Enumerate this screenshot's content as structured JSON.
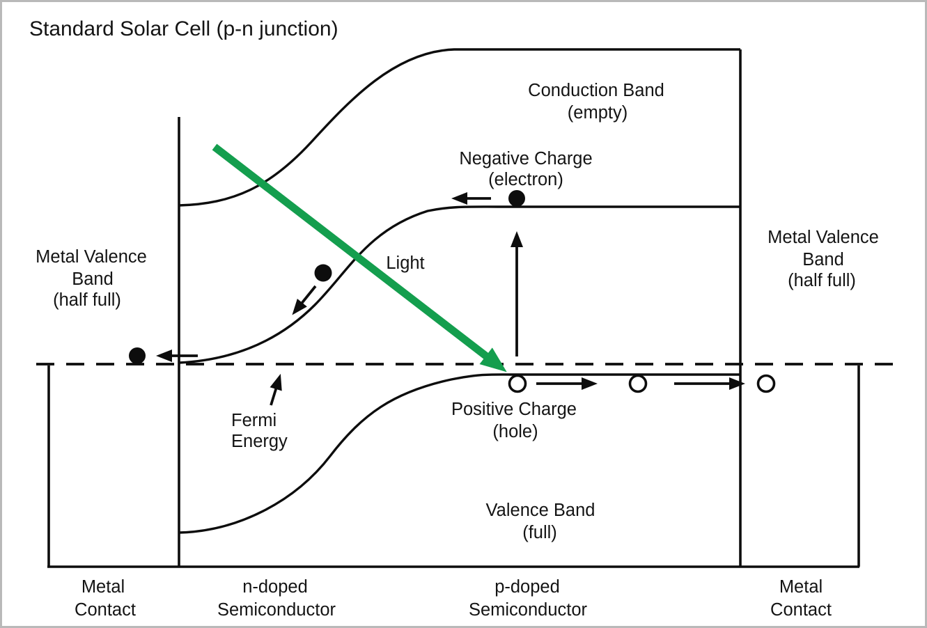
{
  "title": "Standard Solar Cell (p-n junction)",
  "colors": {
    "light_green": "#149e4e",
    "ink": "#0d0d0d",
    "canvas": "#ffffff",
    "frame": "#b9b9b9"
  },
  "labels": {
    "conduction_band": [
      "Conduction Band",
      "(empty)"
    ],
    "negative_charge": [
      "Negative Charge",
      "(electron)"
    ],
    "metal_valence_left": [
      "Metal Valence",
      "Band",
      "(half full)"
    ],
    "metal_valence_right": [
      "Metal Valence",
      "Band",
      "(half full)"
    ],
    "light": "Light",
    "fermi": [
      "Fermi",
      "Energy"
    ],
    "positive_charge": [
      "Positive Charge",
      "(hole)"
    ],
    "valence_band": [
      "Valence Band",
      "(full)"
    ],
    "regions": {
      "metal_left": [
        "Metal",
        "Contact"
      ],
      "n_doped": [
        "n-doped",
        "Semiconductor"
      ],
      "p_doped": [
        "p-doped",
        "Semiconductor"
      ],
      "metal_right": [
        "Metal",
        "Contact"
      ]
    }
  }
}
